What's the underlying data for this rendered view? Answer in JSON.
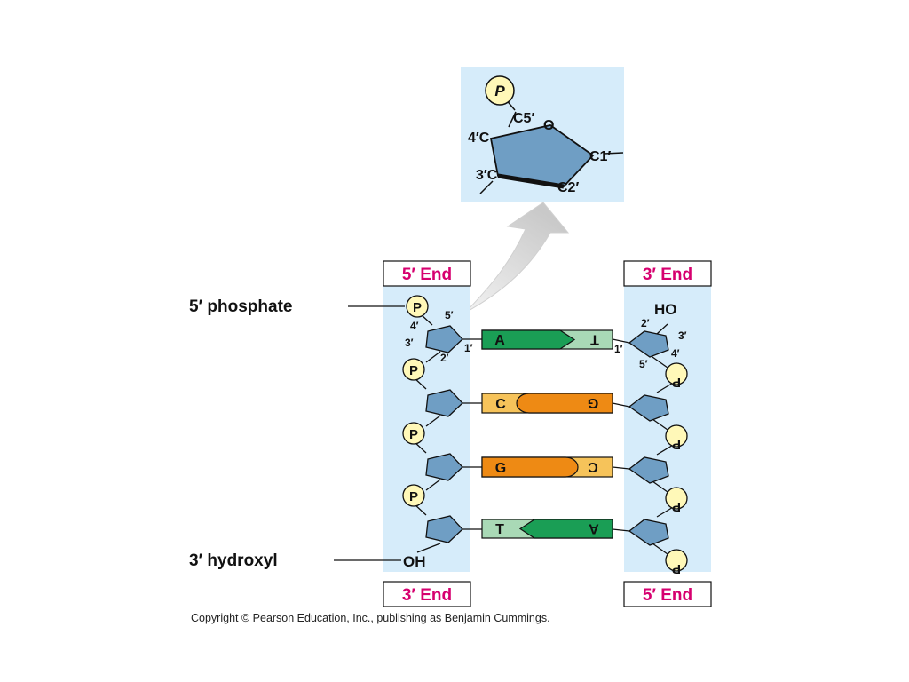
{
  "ends": {
    "top_left": "5′ End",
    "top_right": "3′ End",
    "bottom_left": "3′ End",
    "bottom_right": "5′ End"
  },
  "side_labels": {
    "phosphate": "5′ phosphate",
    "hydroxyl": "3′ hydroxyl"
  },
  "inset": {
    "phosphate": "P",
    "atoms": {
      "c5": "C5′",
      "o": "O",
      "c4": "4′C",
      "c3": "3′C",
      "c2": "C2′",
      "c1": "C1′"
    }
  },
  "strand_labels": {
    "p": "P",
    "oh": "OH",
    "ho": "HO",
    "left_primes": {
      "five": "5′",
      "four": "4′",
      "three": "3′",
      "two": "2′",
      "one": "1′"
    },
    "right_primes": {
      "two": "2′",
      "three": "3′",
      "four": "4′",
      "five": "5′",
      "one": "1′"
    }
  },
  "base_pairs": [
    {
      "left": "A",
      "right": "T"
    },
    {
      "left": "C",
      "right": "G"
    },
    {
      "left": "G",
      "right": "C"
    },
    {
      "left": "T",
      "right": "A"
    }
  ],
  "colors": {
    "panel": "#d6ecfa",
    "sugar": "#6f9ec4",
    "phosphate": "#fff8b8",
    "end_text": "#d6006f",
    "adenine": "#1a9e55",
    "thymine": "#a9d9b6",
    "cytosine": "#f6c35a",
    "guanine": "#ee8a14"
  },
  "copyright": "Copyright © Pearson Education, Inc., publishing as Benjamin Cummings."
}
